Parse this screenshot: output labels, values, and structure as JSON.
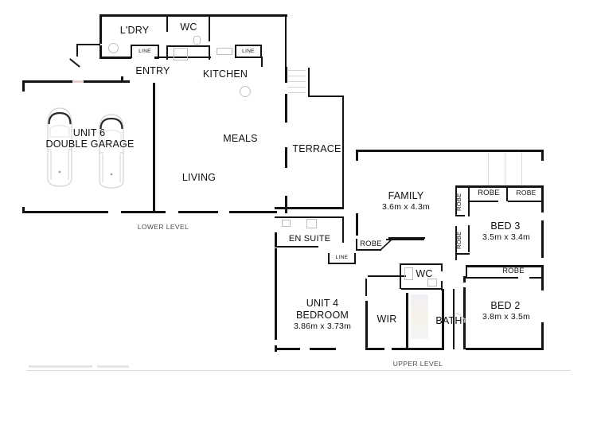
{
  "document": {
    "type": "floor-plan",
    "title": "Residential Floor Plan"
  },
  "level_labels": {
    "lower": "LOWER LEVEL",
    "upper": "UPPER LEVEL"
  },
  "rooms": [
    {
      "id": "ldry",
      "name": "L'DRY"
    },
    {
      "id": "wc_top",
      "name": "WC"
    },
    {
      "id": "entry",
      "name": "ENTRY"
    },
    {
      "id": "kitchen",
      "name": "KITCHEN"
    },
    {
      "id": "garage",
      "name": "UNIT 6",
      "name2": "DOUBLE GARAGE"
    },
    {
      "id": "meals",
      "name": "MEALS"
    },
    {
      "id": "living",
      "name": "LIVING"
    },
    {
      "id": "terrace",
      "name": "TERRACE"
    },
    {
      "id": "family",
      "name": "FAMILY",
      "dimensions": "3.6m x 4.3m"
    },
    {
      "id": "bed3",
      "name": "BED 3",
      "dimensions": "3.5m x 3.4m"
    },
    {
      "id": "bed2",
      "name": "BED 2",
      "dimensions": "3.8m x 3.5m"
    },
    {
      "id": "ensuite",
      "name": "EN SUITE"
    },
    {
      "id": "bedroom4",
      "name": "UNIT 4",
      "name2": "BEDROOM",
      "dimensions": "3.86m x 3.73m"
    },
    {
      "id": "wir",
      "name": "WIR"
    },
    {
      "id": "bath",
      "name": "BATH"
    },
    {
      "id": "wc_mid",
      "name": "WC"
    }
  ],
  "robes": [
    {
      "id": "robe_ensuite",
      "label": "ROBE"
    },
    {
      "id": "robe_family_v1",
      "label": "ROBE"
    },
    {
      "id": "robe_family_v2",
      "label": "ROBE"
    },
    {
      "id": "robe_bed3_v",
      "label": "ROBE"
    },
    {
      "id": "robe_bed3_top",
      "label": "ROBE"
    },
    {
      "id": "robe_bed3_right",
      "label": "ROBE"
    },
    {
      "id": "robe_bed2",
      "label": "ROBE"
    }
  ],
  "line_cupboards": [
    {
      "id": "line_ldry",
      "label": "LINE"
    },
    {
      "id": "line_kitchen",
      "label": "LINE"
    },
    {
      "id": "line_ensuite",
      "label": "LINE"
    }
  ],
  "colors": {
    "wall": "#141414",
    "background": "#ffffff",
    "text": "#111111",
    "level_text": "#4a4a4a",
    "faint_line": "#cfcfcf"
  }
}
